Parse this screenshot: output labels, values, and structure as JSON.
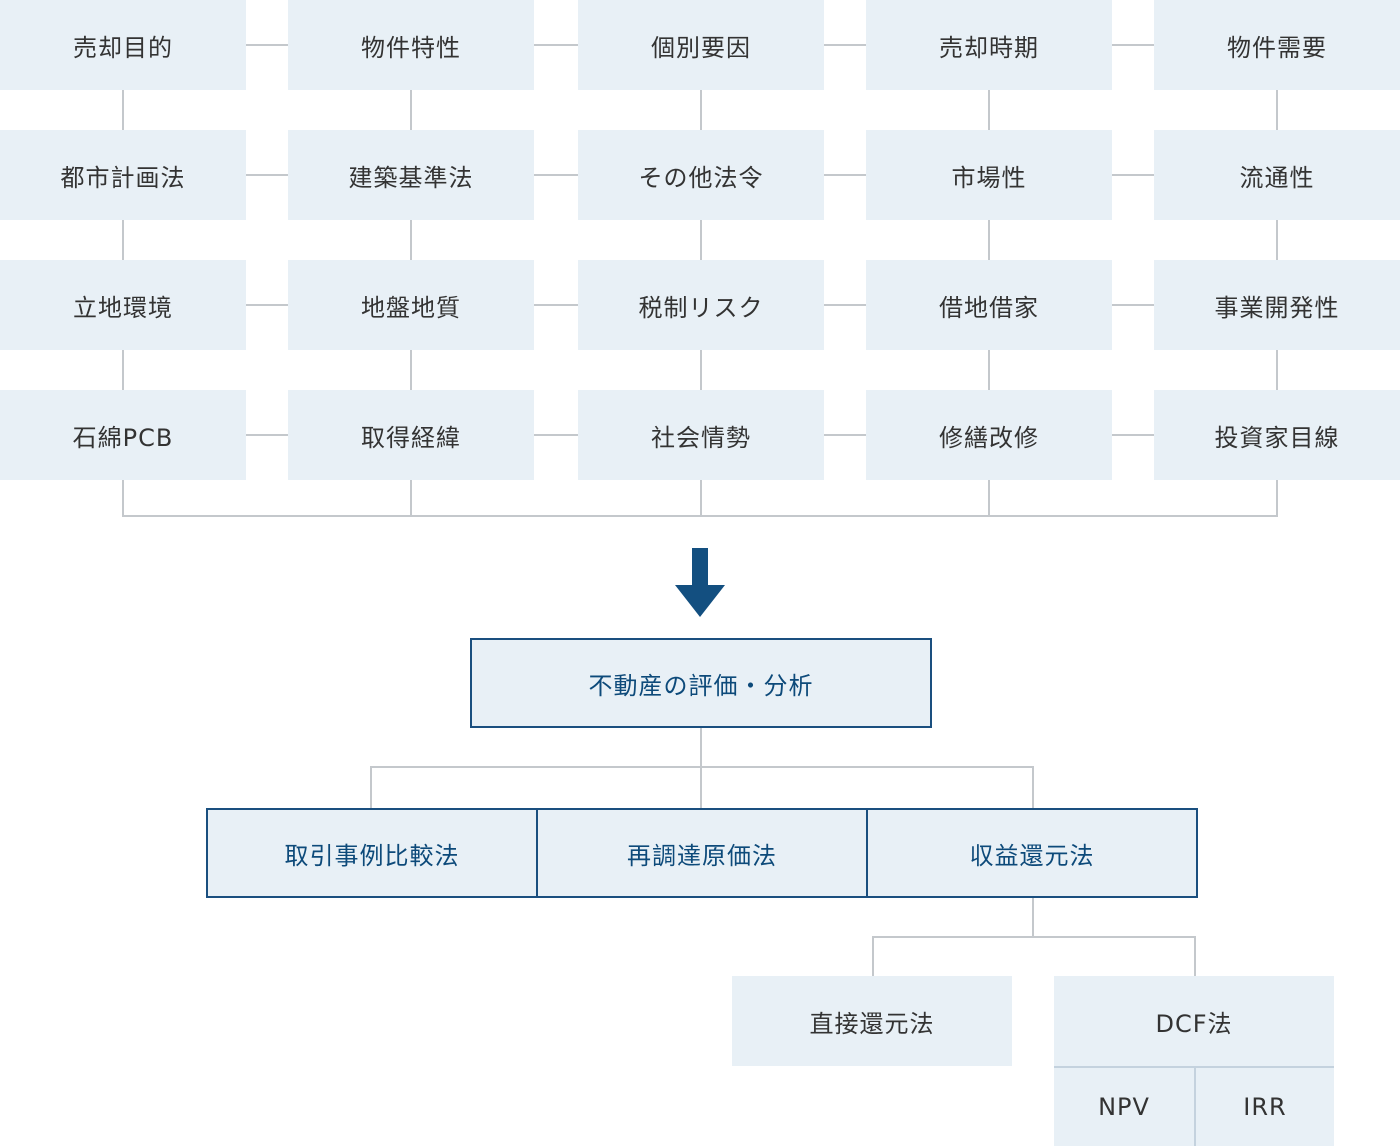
{
  "factors": [
    [
      "売却目的",
      "物件特性",
      "個別要因",
      "売却時期",
      "物件需要"
    ],
    [
      "都市計画法",
      "建築基準法",
      "その他法令",
      "市場性",
      "流通性"
    ],
    [
      "立地環境",
      "地盤地質",
      "税制リスク",
      "借地借家",
      "事業開発性"
    ],
    [
      "石綿PCB",
      "取得経緯",
      "社会情勢",
      "修繕改修",
      "投資家目線"
    ]
  ],
  "central": {
    "label": "不動産の評価・分析"
  },
  "methods": [
    {
      "label": "取引事例比較法"
    },
    {
      "label": "再調達原価法"
    },
    {
      "label": "収益還元法"
    }
  ],
  "income_methods": {
    "direct": "直接還元法",
    "dcf": "DCF法",
    "dcf_metrics": [
      "NPV",
      "IRR"
    ]
  },
  "colors": {
    "box_fill": "#e8f0f6",
    "accent": "#1a4f7f",
    "arrow": "#134f80",
    "connector": "#c4c8cc"
  }
}
